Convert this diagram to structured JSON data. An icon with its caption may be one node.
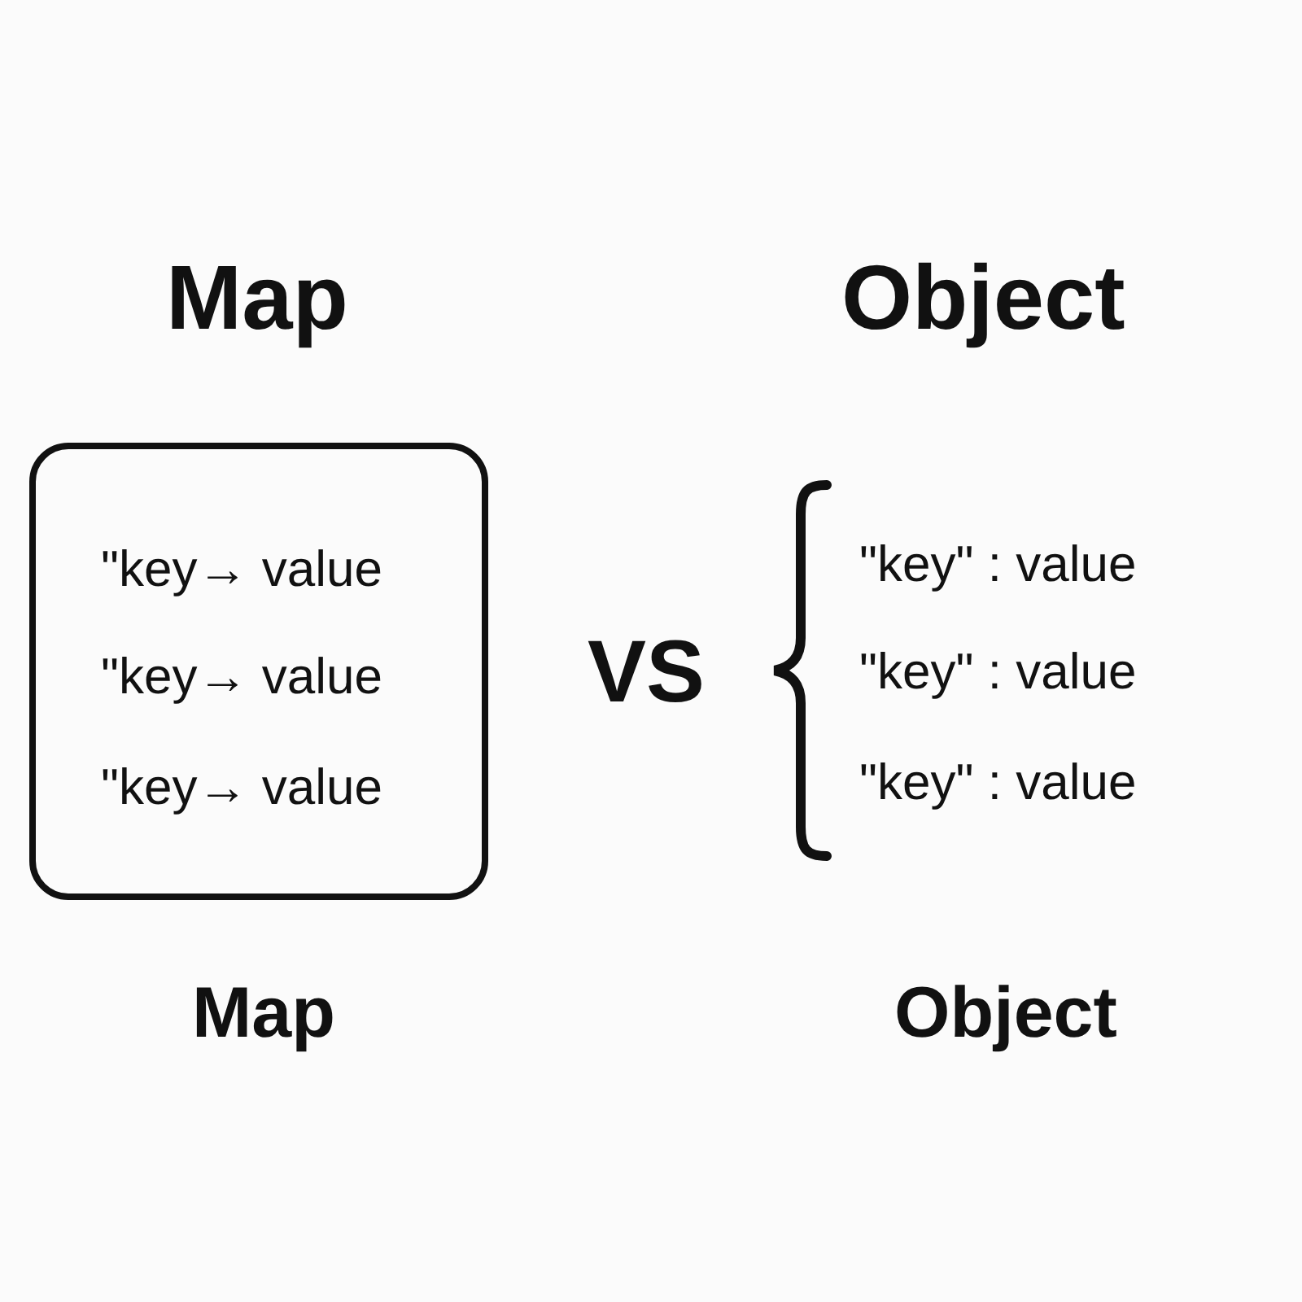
{
  "diagram": {
    "nodes": [
      {
        "text": [
          "\"key→ value",
          "\"key→ value",
          "\"key→ value"
        ]
      }
    ],
    "labels": [
      "Map",
      "Object",
      "VS",
      "\"key\" : value",
      "\"key\" : value",
      "\"key\" : value",
      "Map",
      "Object"
    ]
  }
}
